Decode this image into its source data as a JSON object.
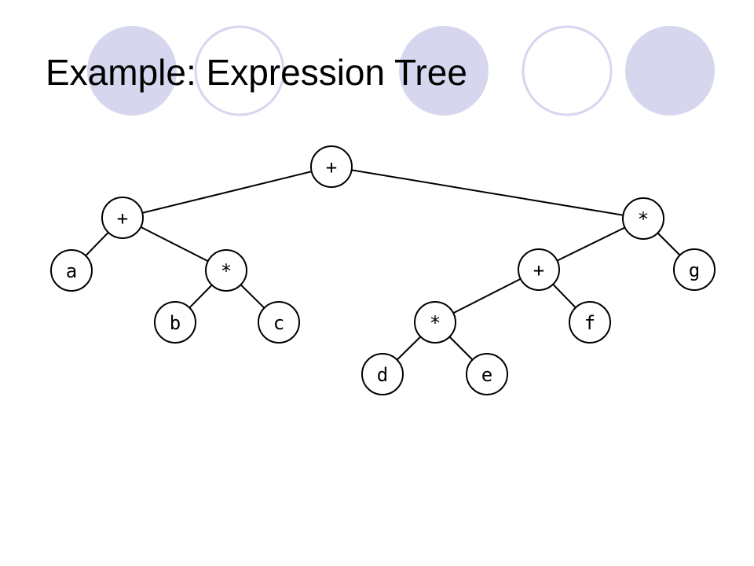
{
  "slide": {
    "title": "Example: Expression Tree",
    "decoration_colors": {
      "filled": "#d6d6ee",
      "outline": "#d6d6ee"
    }
  },
  "tree": {
    "nodes": [
      {
        "id": "n1",
        "label": "+"
      },
      {
        "id": "n2",
        "label": "+"
      },
      {
        "id": "n3",
        "label": "*"
      },
      {
        "id": "n4",
        "label": "a"
      },
      {
        "id": "n5",
        "label": "*"
      },
      {
        "id": "n6",
        "label": "b"
      },
      {
        "id": "n7",
        "label": "c"
      },
      {
        "id": "n8",
        "label": "+"
      },
      {
        "id": "n9",
        "label": "g"
      },
      {
        "id": "n10",
        "label": "*"
      },
      {
        "id": "n11",
        "label": "f"
      },
      {
        "id": "n12",
        "label": "d"
      },
      {
        "id": "n13",
        "label": "e"
      }
    ],
    "edges": [
      [
        "n1",
        "n2"
      ],
      [
        "n1",
        "n3"
      ],
      [
        "n2",
        "n4"
      ],
      [
        "n2",
        "n5"
      ],
      [
        "n5",
        "n6"
      ],
      [
        "n5",
        "n7"
      ],
      [
        "n3",
        "n8"
      ],
      [
        "n3",
        "n9"
      ],
      [
        "n8",
        "n10"
      ],
      [
        "n8",
        "n11"
      ],
      [
        "n10",
        "n12"
      ],
      [
        "n10",
        "n13"
      ]
    ]
  }
}
